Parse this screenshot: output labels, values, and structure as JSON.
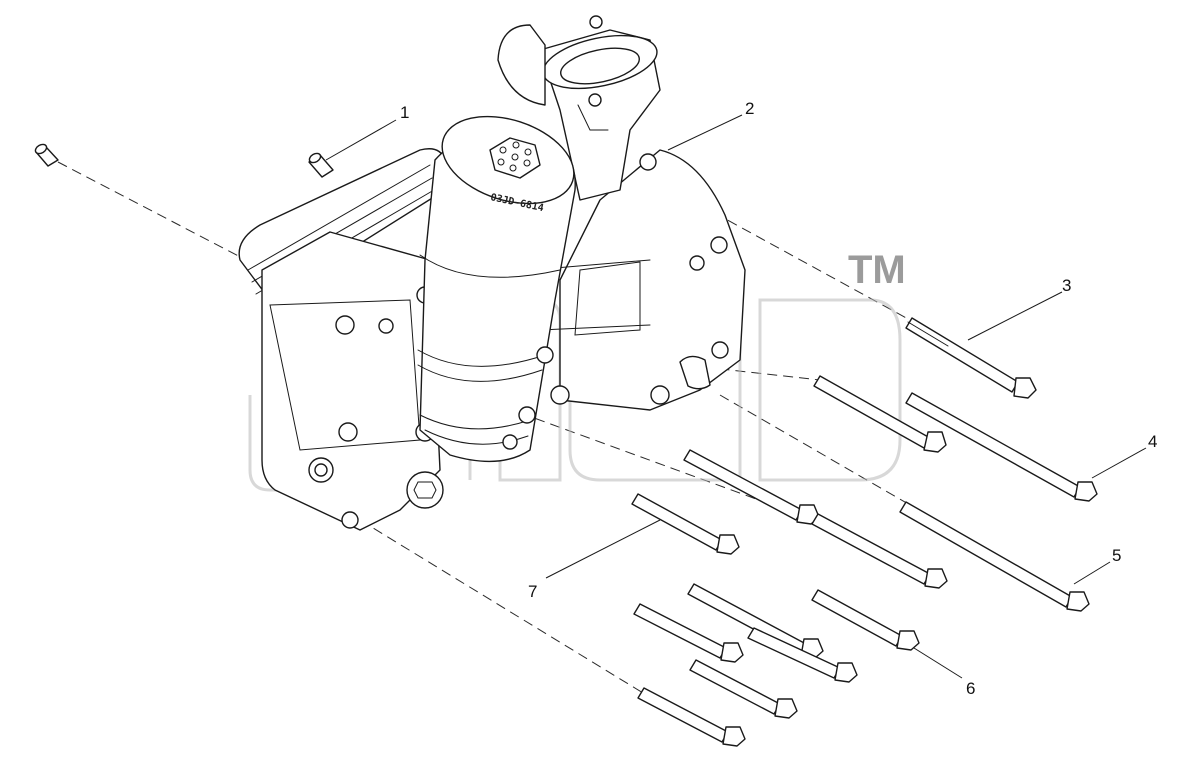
{
  "diagram": {
    "callouts": [
      {
        "id": "1",
        "label": "1"
      },
      {
        "id": "2",
        "label": "2"
      },
      {
        "id": "3",
        "label": "3"
      },
      {
        "id": "4",
        "label": "4"
      },
      {
        "id": "5",
        "label": "5"
      },
      {
        "id": "6",
        "label": "6"
      },
      {
        "id": "7",
        "label": "7"
      }
    ],
    "filter_cap_marking": "03JD-6814",
    "watermark_trademark": "TM"
  }
}
